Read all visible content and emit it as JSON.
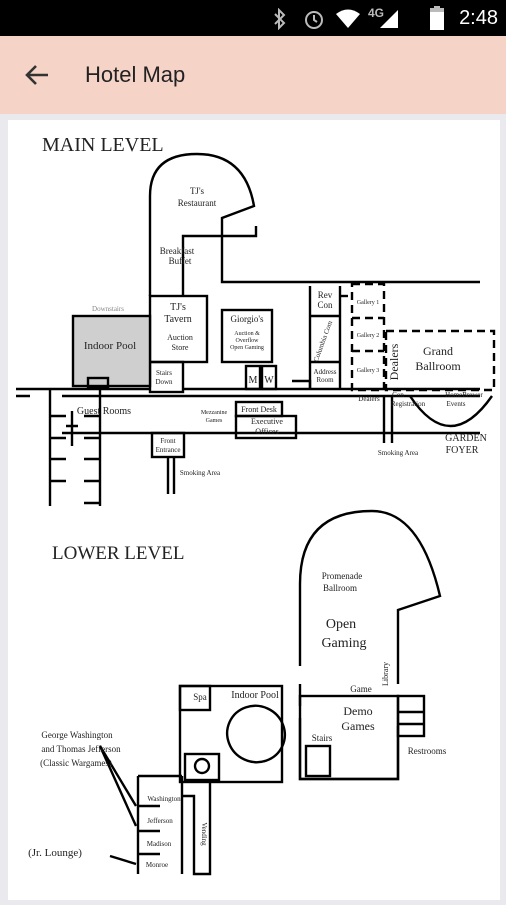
{
  "status_bar": {
    "time": "2:48",
    "network": "4G",
    "icons": [
      "bluetooth-icon",
      "alarm-icon",
      "wifi-icon",
      "signal-icon",
      "battery-icon"
    ]
  },
  "app_bar": {
    "title": "Hotel Map",
    "back_icon": "arrow-left-icon",
    "background": "#f6d3c7"
  },
  "map": {
    "main_level": {
      "heading": "MAIN LEVEL",
      "rooms": {
        "tjs_restaurant_1": "TJ's",
        "tjs_restaurant_2": "Restaurant",
        "breakfast_1": "Breakfast",
        "breakfast_2": "Buffet",
        "downstairs": "Downstairs",
        "indoor_pool": "Indoor Pool",
        "tjs_tavern_1": "TJ's",
        "tjs_tavern_2": "Tavern",
        "auction_1": "Auction",
        "auction_2": "Store",
        "stairs_down_1": "Stairs",
        "stairs_down_2": "Down",
        "giorgios": "Giorgio's",
        "giorgios_sub_1": "Auction &",
        "giorgios_sub_2": "Overflow",
        "giorgios_sub_3": "Open Gaming",
        "m": "M",
        "w": "W",
        "rev_con_1": "Rev",
        "rev_con_2": "Con",
        "columbia_1": "Columbia",
        "columbia_2": "Com",
        "address_room_1": "Address",
        "address_room_2": "Room",
        "gallery_1": "Gallery 1",
        "gallery_2": "Gallery 2",
        "gallery_3": "Gallery 3",
        "dealers_vertical": "Dealers",
        "grand_ballroom_1": "Grand",
        "grand_ballroom_2": "Ballroom",
        "guest_rooms": "Guest Rooms",
        "mezzanine_1": "Mezzanine",
        "mezzanine_2": "Games",
        "front_desk": "Front Desk",
        "executive_1": "Executive",
        "executive_2": "Offices",
        "front_entrance_1": "Front",
        "front_entrance_2": "Entrance",
        "smoking_area_1": "Smoking Area",
        "dealers": "Dealers",
        "con_registration_1": "Con",
        "con_registration_2": "Registration",
        "homebrew_1": "HomeBrewer",
        "homebrew_2": "Events",
        "smoking_area_2": "Smoking Area",
        "garden_foyer_1": "GARDEN",
        "garden_foyer_2": "FOYER"
      }
    },
    "lower_level": {
      "heading": "LOWER LEVEL",
      "rooms": {
        "promenade_1": "Promenade",
        "promenade_2": "Ballroom",
        "open_gaming_1": "Open",
        "open_gaming_2": "Gaming",
        "library": "Library",
        "game": "Game",
        "demo_games_1": "Demo",
        "demo_games_2": "Games",
        "spa": "Spa",
        "indoor_pool": "Indoor Pool",
        "stairs": "Stairs",
        "restrooms": "Restrooms",
        "gw_1": "George Washington",
        "gw_2": "and Thomas Jefferson",
        "gw_3": "(Classic Wargames)",
        "washington": "Washington",
        "jefferson": "Jefferson",
        "madison": "Madison",
        "monroe": "Monroe",
        "vending": "Vending",
        "jr_lounge": "(Jr. Lounge)"
      }
    }
  }
}
